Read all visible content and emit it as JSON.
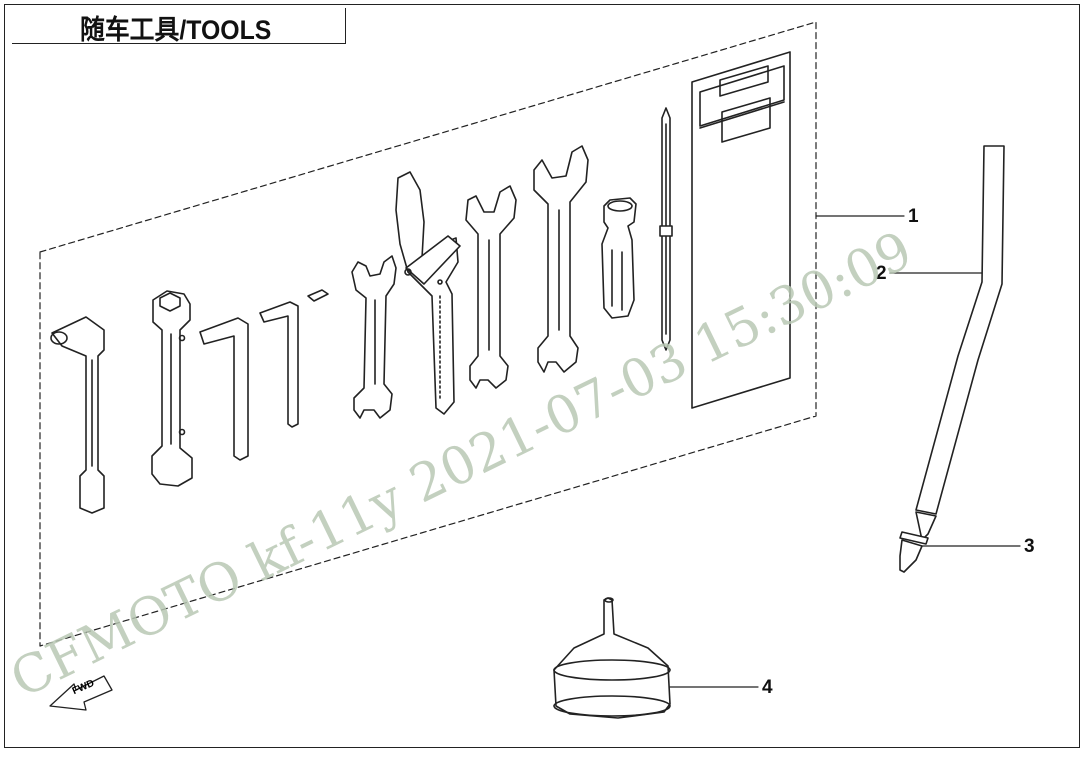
{
  "header": {
    "title": "随车工具/TOOLS"
  },
  "callouts": [
    {
      "number": "1"
    },
    {
      "number": "2"
    },
    {
      "number": "3"
    },
    {
      "number": "4"
    }
  ],
  "direction_badge": {
    "label": "FWD"
  },
  "watermark": {
    "text": "CFMOTO  kf-11y   2021-07-03   15:30:09",
    "color": "#b9c8b4"
  }
}
